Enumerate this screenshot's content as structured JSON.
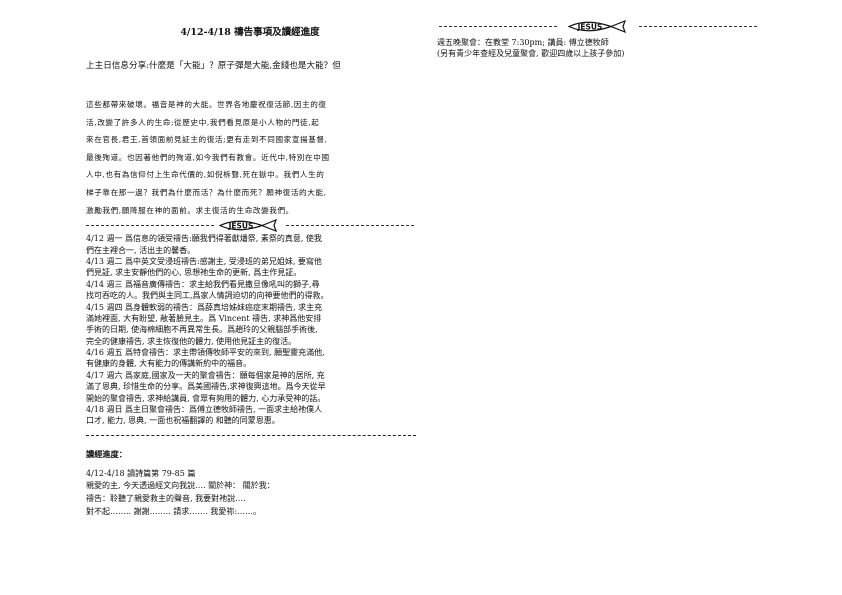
{
  "left": {
    "title": "4/12-4/18 禱告事項及讀經進度",
    "sermon_heading": "上主日信息分享:什麼是「大能」？原子彈是大能,金錢也是大能？但",
    "sermon_lines": [
      "這些都帶來破壞。福音是神的大能。世界各地慶祝復活節,因主的復",
      "活,改變了許多人的生命;從歷史中,我們看見原是小人物的門徒,起",
      "來在官長,君王,首領面前見証主的復活;更有走到不同國家宣揚基督,",
      "最後殉道。也因著他們的殉道,如今我們有教會。近代中,特別在中國",
      "人中,也有為信仰付上生命代價的,如倪柝聲,死在獄中。我們人生的",
      "梯子靠在那一邊？我們為什麼而活？為什麼而死？願神復活的大能,",
      "激勵我們,願降服在神的面前。求主復活的生命改變我們。"
    ],
    "prayer_lines": [
      "4/12  週一  爲信息的領受禱告:願我們得著獻燔祭, 素祭的真意, 使我",
      "們在主裡合一, 活出主的馨香。",
      "4/13  週二  爲中英文受浸班禱告:感謝主, 受浸班的弟兄姐妹, 要寫他",
      "們見証, 求主安靜他們的心, 思想祂生命的更新, 爲主作見証。",
      "4/14  週三  爲福音廣傳禱告：求主給我們看見撒旦像吼叫的獅子,尋",
      "找可吞吃的人。我們與主同工,爲家人情詞迫切的向神要他們的得救。",
      "4/15 週四  爲身體軟弱的禱告：爲薛真培姊妹癌症末期禱告, 求主充",
      "滿她裡面, 大有盼望, 敞著臉見主。爲 Vincent  禱告, 求神爲他安排",
      "手術的日期, 使海棉細胞不再異常生長。爲趙玲的父親腦部手術後,",
      "完全的健康禱告, 求主恢復他的體力, 使用他見証主的復活。",
      "4/16 週五  爲特會禱告：求主帶領傳牧師平安的來到, 願聖靈充滿他,",
      "有健康的身體, 大有能力的傳講新約中的福音。",
      "4/17 週六  爲家庭,國家及一天的聚會禱告：願每個家是神的居所, 充",
      "滿了恩典, 珍惜生命的分享。爲美國禱告,求神復興這地。爲今天從早",
      "開始的聚會禱告, 求神給講員, 會眾有夠用的體力, 心力承受神的話。",
      "4/18 週日  爲主日聚會禱告：爲傅立德牧師禱告, 一面求主給祂僕人",
      "口才, 能力, 恩典, 一面也祝福翻譯的  和聽的同蒙恩惠。"
    ],
    "reading_title": "讀經進度：",
    "reading_lines": [
      "4/12-4/18    讀詩篇第 79-85 篇",
      "親愛的主, 今天透過經文向我說….     關於神：                 關於我：",
      "禱告：聆聽了親愛救主的聲音, 我要對祂說….",
      "對不起……..  謝謝……..  請求…….      我愛祢:……。"
    ],
    "divider_label": "JESUS"
  },
  "right": {
    "divider_label": "JESUS",
    "lines": [
      "週五晚聚會：在教堂  7:30pm;  講員:  傅立德牧師",
      "(另有青少年查經及兒童聚會, 歡迎四歲以上孩子參加)"
    ]
  }
}
